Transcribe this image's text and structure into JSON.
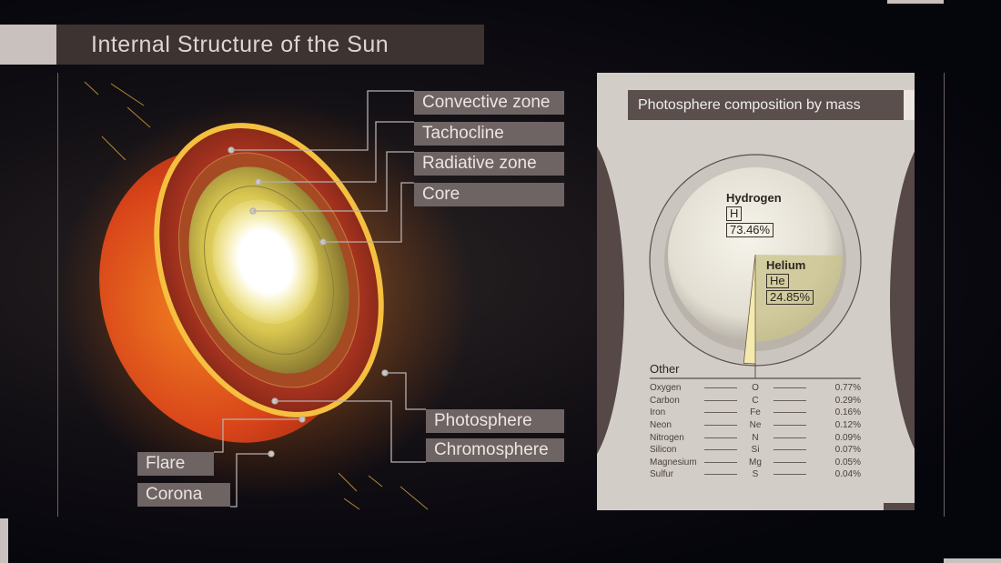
{
  "title": "Internal Structure of the Sun",
  "labels": {
    "convective": "Convective zone",
    "tachocline": "Tachocline",
    "radiative": "Radiative zone",
    "core": "Core",
    "photosphere": "Photosphere",
    "chromosphere": "Chromosphere",
    "flare": "Flare",
    "corona": "Corona"
  },
  "panel": {
    "title": "Photosphere composition by mass",
    "hydrogen": {
      "name": "Hydrogen",
      "symbol": "H",
      "percent": "73.46%",
      "value": 73.46
    },
    "helium": {
      "name": "Helium",
      "symbol": "He",
      "percent": "24.85%",
      "value": 24.85
    },
    "other_title": "Other",
    "other": [
      {
        "name": "Oxygen",
        "symbol": "O",
        "percent": "0.77%"
      },
      {
        "name": "Carbon",
        "symbol": "C",
        "percent": "0.29%"
      },
      {
        "name": "Iron",
        "symbol": "Fe",
        "percent": "0.16%"
      },
      {
        "name": "Neon",
        "symbol": "Ne",
        "percent": "0.12%"
      },
      {
        "name": "Nitrogen",
        "symbol": "N",
        "percent": "0.09%"
      },
      {
        "name": "Silicon",
        "symbol": "Si",
        "percent": "0.07%"
      },
      {
        "name": "Magnesium",
        "symbol": "Mg",
        "percent": "0.05%"
      },
      {
        "name": "Sulfur",
        "symbol": "S",
        "percent": "0.04%"
      }
    ]
  }
}
